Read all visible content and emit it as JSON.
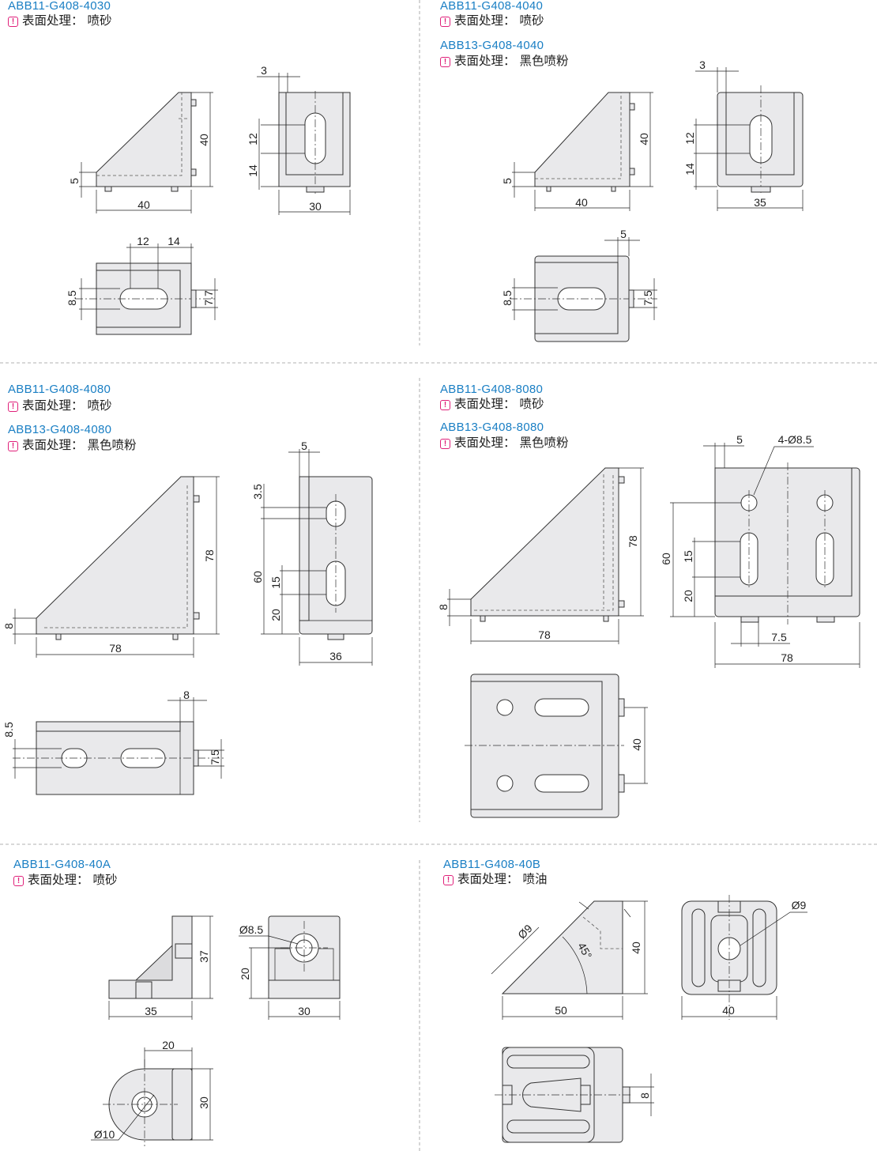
{
  "sections": [
    {
      "items": [
        {
          "code": "ABB11-G408-4030",
          "surface_label": "表面处理：",
          "surface": "喷砂"
        }
      ],
      "dims": [
        "3",
        "40",
        "5",
        "40",
        "12",
        "14",
        "30",
        "12",
        "14",
        "8.5",
        "7.7"
      ]
    },
    {
      "items": [
        {
          "code": "ABB11-G408-4040",
          "surface_label": "表面处理：",
          "surface": "喷砂"
        },
        {
          "code": "ABB13-G408-4040",
          "surface_label": "表面处理：",
          "surface": "黑色喷粉"
        }
      ],
      "dims": [
        "3",
        "40",
        "5",
        "40",
        "12",
        "14",
        "35",
        "5",
        "8.5",
        "7.5"
      ]
    },
    {
      "items": [
        {
          "code": "ABB11-G408-4080",
          "surface_label": "表面处理：",
          "surface": "喷砂"
        },
        {
          "code": "ABB13-G408-4080",
          "surface_label": "表面处理：",
          "surface": "黑色喷粉"
        }
      ],
      "dims": [
        "5",
        "78",
        "3.5",
        "60",
        "15",
        "20",
        "8",
        "78",
        "36",
        "8",
        "8.5",
        "7.5"
      ]
    },
    {
      "items": [
        {
          "code": "ABB11-G408-8080",
          "surface_label": "表面处理：",
          "surface": "喷砂"
        },
        {
          "code": "ABB13-G408-8080",
          "surface_label": "表面处理：",
          "surface": "黑色喷粉"
        }
      ],
      "dims": [
        "5",
        "4-Ø8.5",
        "78",
        "8",
        "78",
        "60",
        "15",
        "20",
        "7.5",
        "78",
        "40"
      ]
    },
    {
      "items": [
        {
          "code": "ABB11-G408-40A",
          "surface_label": "表面处理：",
          "surface": "喷砂"
        }
      ],
      "dims": [
        "37",
        "35",
        "Ø8.5",
        "20",
        "30",
        "20",
        "30",
        "Ø10"
      ]
    },
    {
      "items": [
        {
          "code": "ABB11-G408-40B",
          "surface_label": "表面处理：",
          "surface": "喷油"
        }
      ],
      "dims": [
        "Ø9",
        "45°",
        "40",
        "50",
        "Ø9",
        "40",
        "8"
      ]
    }
  ],
  "colors": {
    "code": "#1a7fc4",
    "warning": "#e0207a",
    "part_fill": "#e9e9eb"
  },
  "icons": {
    "warning": "exclamation-box-icon"
  }
}
